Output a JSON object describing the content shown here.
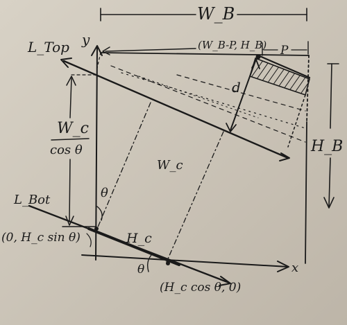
{
  "labels": {
    "wb_top": "W_B",
    "l_top": "L_Top",
    "y_axis": "y",
    "x_axis": "x",
    "point_top": "(W_B-P, H_B)",
    "p": "P",
    "d": "d",
    "wc_over": "W_c",
    "cos_under": "cos θ",
    "wc_mid": "W_c",
    "theta_upper": "θ",
    "theta_lower": "θ",
    "hb": "H_B",
    "l_bot": "L_Bot",
    "point_left": "(0, H_c sin θ)",
    "hc": "H_c",
    "point_bottom": "(H_c cos θ, 0)"
  },
  "colors": {
    "paper": "#cfc8bb",
    "ink": "#1a1a1a"
  }
}
